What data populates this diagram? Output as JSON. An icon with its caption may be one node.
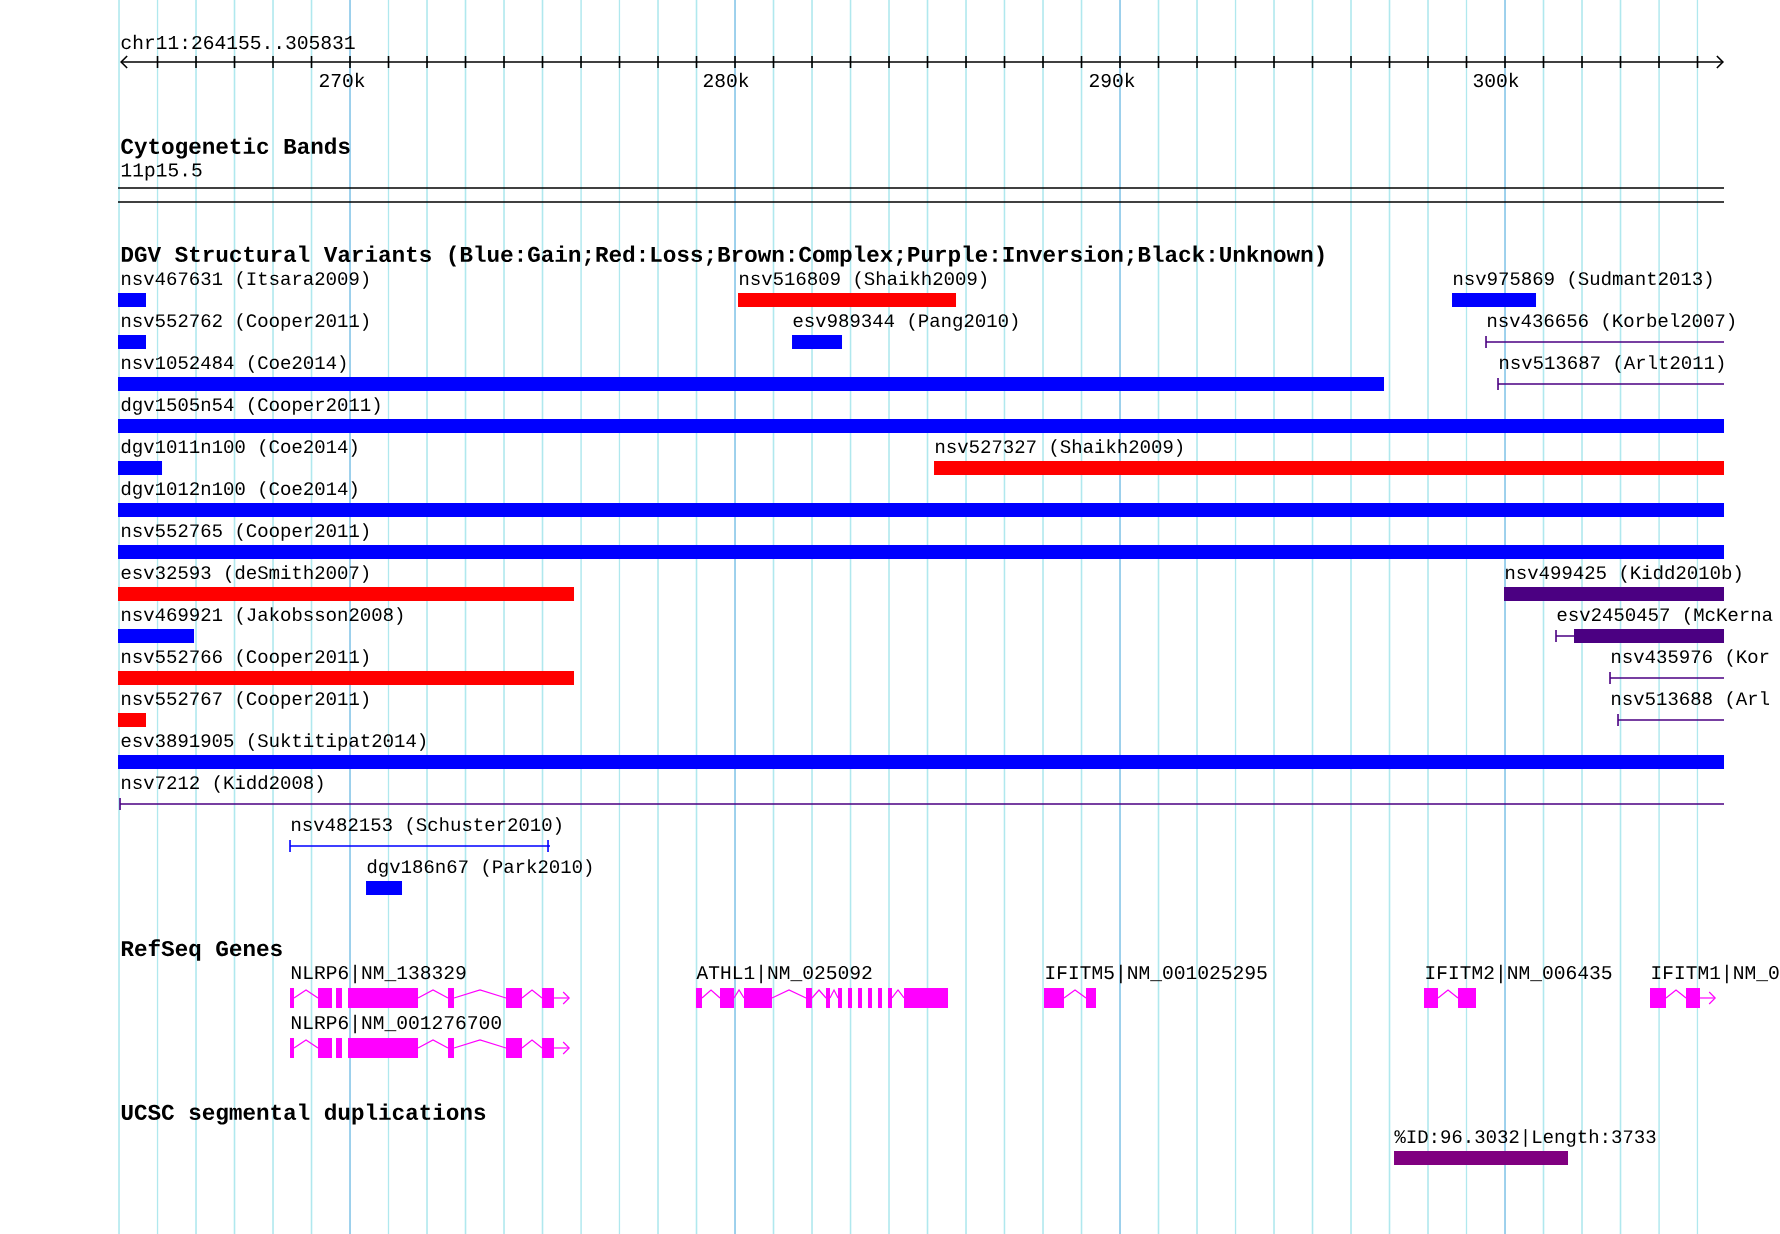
{
  "diagram": {
    "labels": [
      "chr11:264155..305831",
      "270k",
      "280k",
      "290k",
      "300k",
      "Cytogenetic Bands",
      "11p15.5",
      "DGV Structural Variants (Blue:Gain;Red:Loss;Brown:Complex;Purple:Inversion;Black:Unknown)",
      "nsv467631 (Itsara2009)",
      "nsv516809 (Shaikh2009)",
      "nsv975869 (Sudmant2013)",
      "nsv552762 (Cooper2011)",
      "esv989344 (Pang2010)",
      "nsv436656 (Korbel2007)",
      "nsv1052484 (Coe2014)",
      "nsv513687 (Arlt2011)",
      "dgv1505n54 (Cooper2011)",
      "dgv1011n100 (Coe2014)",
      "nsv527327 (Shaikh2009)",
      "dgv1012n100 (Coe2014)",
      "nsv552765 (Cooper2011)",
      "esv32593 (deSmith2007)",
      "nsv499425 (Kidd2010b)",
      "nsv469921 (Jakobsson2008)",
      "esv2450457 (McKerna",
      "nsv552766 (Cooper2011)",
      "nsv435976 (Kor",
      "nsv552767 (Cooper2011)",
      "nsv513688 (Arl",
      "esv3891905 (Suktitipat2014)",
      "nsv7212 (Kidd2008)",
      "nsv482153 (Schuster2010)",
      "dgv186n67 (Park2010)",
      "RefSeq Genes",
      "NLRP6|NM_138329",
      "ATHL1|NM_025092",
      "IFITM5|NM_001025295",
      "IFITM2|NM_006435",
      "IFITM1|NM_0",
      "NLRP6|NM_001276700",
      "UCSC segmental duplications",
      "%ID:96.3032|Length:3733"
    ]
  }
}
